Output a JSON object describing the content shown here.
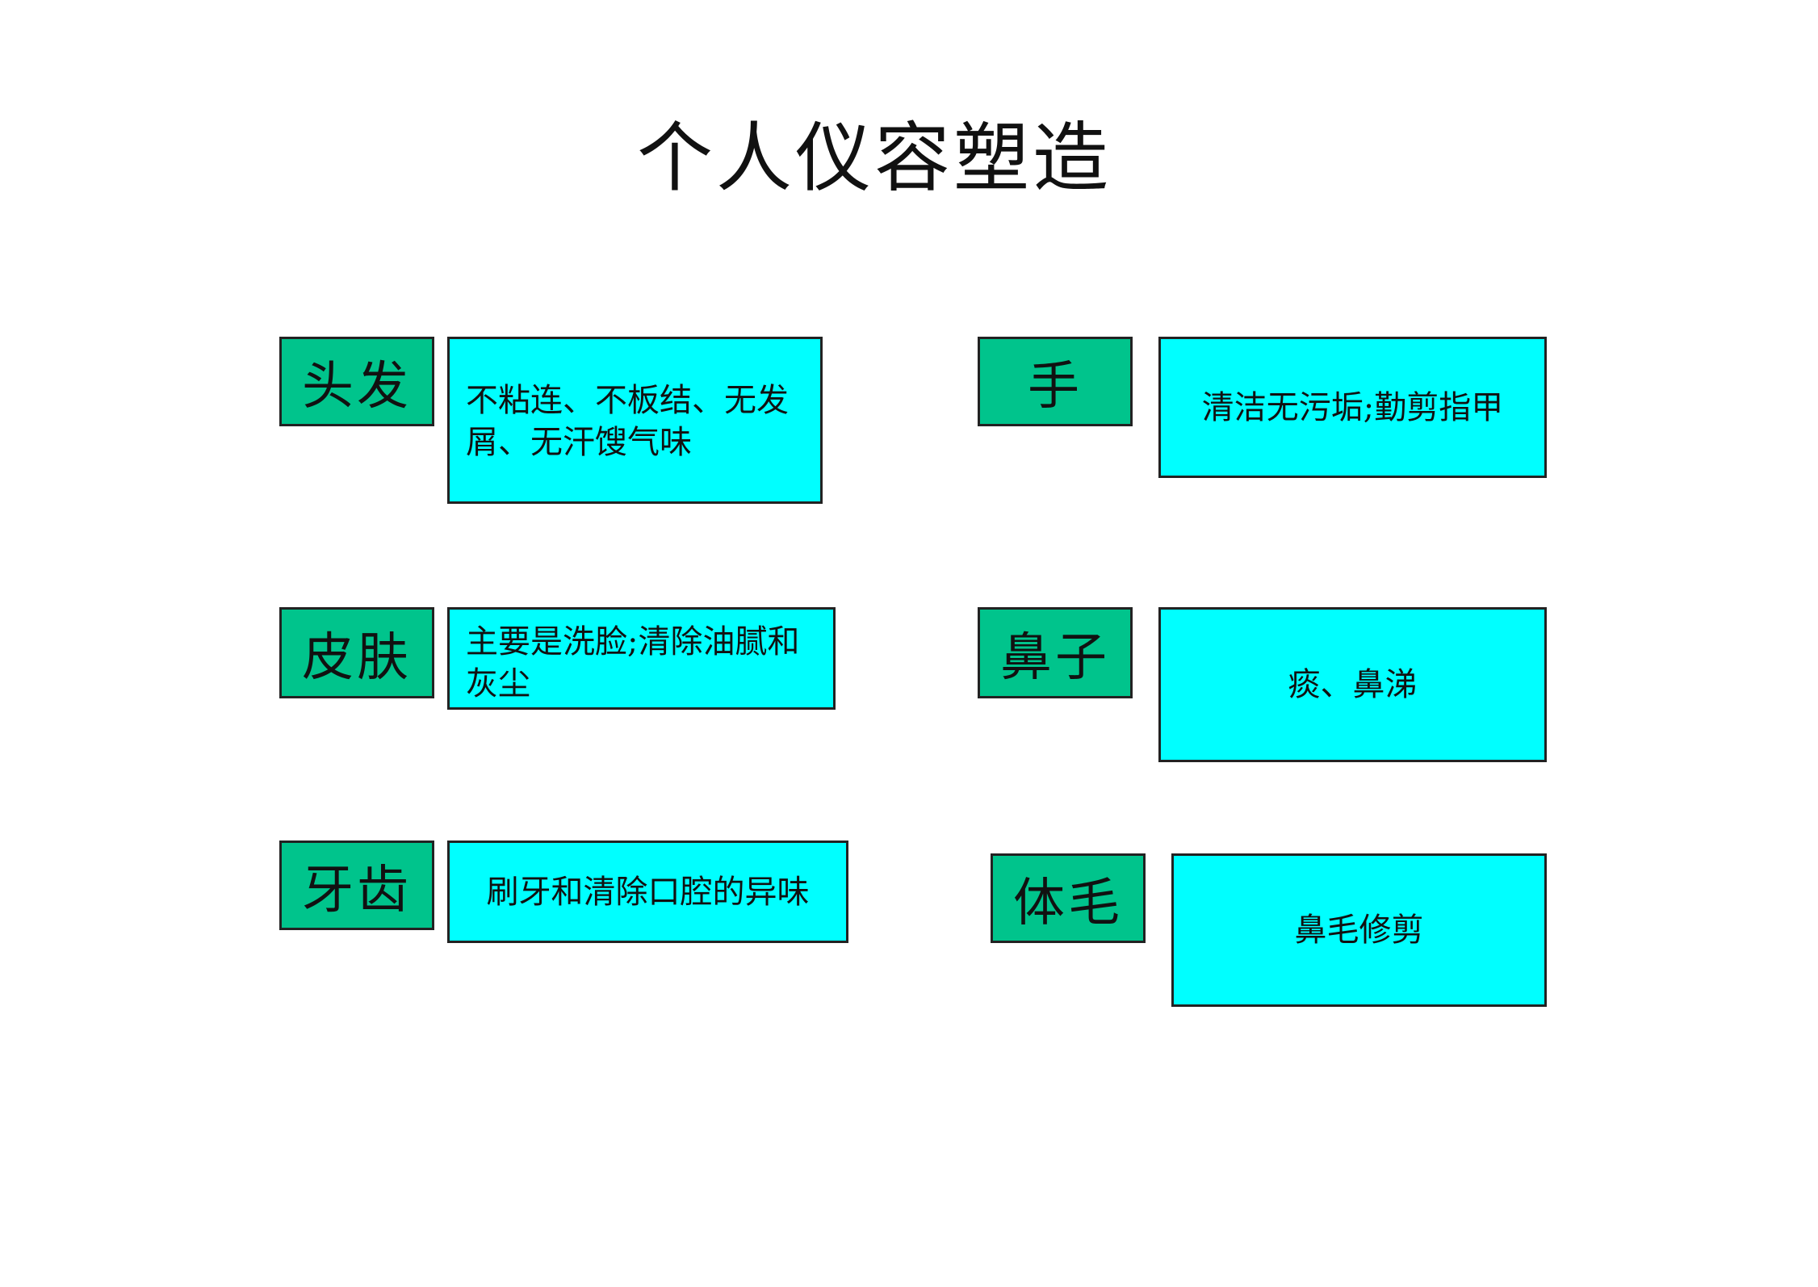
{
  "title": "个人仪容塑造",
  "colors": {
    "label_bg": "#00c48c",
    "desc_bg": "#00ffff"
  },
  "items": [
    {
      "label": "头发",
      "desc": "不粘连、不板结、无发屑、无汗馊气味"
    },
    {
      "label": "皮肤",
      "desc": "主要是洗脸;清除油腻和灰尘"
    },
    {
      "label": "牙齿",
      "desc": "刷牙和清除口腔的异味"
    },
    {
      "label": "手",
      "desc": "清洁无污垢;勤剪指甲"
    },
    {
      "label": "鼻子",
      "desc": "痰、鼻涕"
    },
    {
      "label": "体毛",
      "desc": "鼻毛修剪"
    }
  ]
}
